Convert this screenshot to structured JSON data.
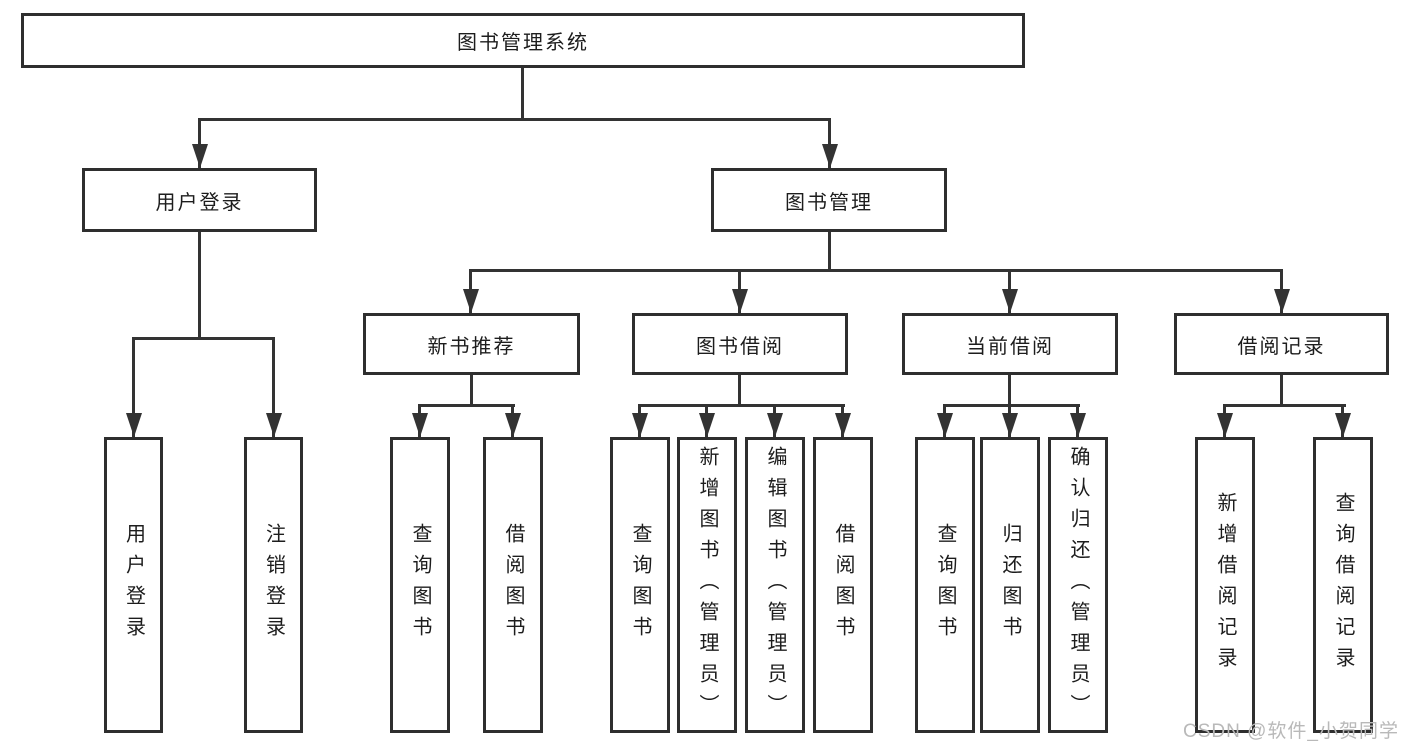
{
  "diagram": {
    "root": {
      "label": "图书管理系统"
    },
    "level2": [
      {
        "label": "用户登录",
        "children": [
          "用户登录",
          "注销登录"
        ]
      },
      {
        "label": "图书管理"
      }
    ],
    "level3": [
      {
        "label": "新书推荐",
        "children": [
          "查询图书",
          "借阅图书"
        ]
      },
      {
        "label": "图书借阅",
        "children": [
          "查询图书",
          "新增图书（管理员）",
          "编辑图书（管理员）",
          "借阅图书"
        ]
      },
      {
        "label": "当前借阅",
        "children": [
          "查询图书",
          "归还图书",
          "确认归还（管理员）"
        ]
      },
      {
        "label": "借阅记录",
        "children": [
          "新增借阅记录",
          "查询借阅记录"
        ]
      }
    ],
    "watermark": "CSDN @软件_小贺同学",
    "colors": {
      "line": "#333333",
      "box_border": "#2e2e2e",
      "text": "#1d1d1d",
      "watermark": "#b9b9b9",
      "background": "#ffffff"
    }
  }
}
